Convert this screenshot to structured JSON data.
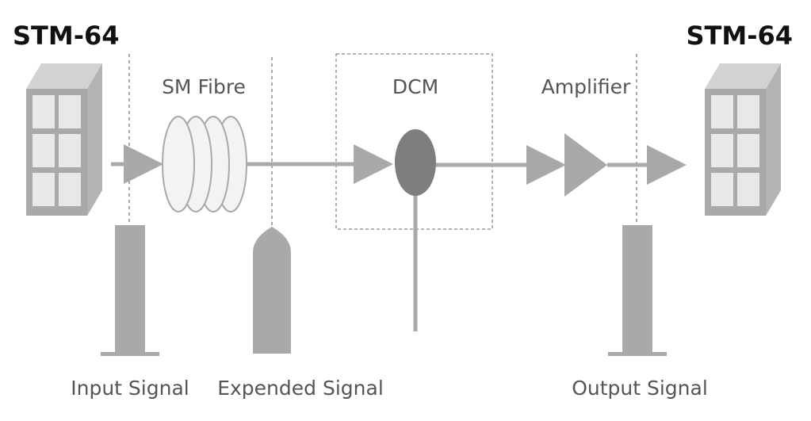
{
  "diagram": {
    "left_device_label": "STM-64",
    "right_device_label": "STM-64",
    "fibre_label": "SM Fibre",
    "dcm_label": "DCM",
    "amplifier_label": "Amplifier",
    "input_signal_label": "Input Signal",
    "expended_signal_label": "Expended Signal",
    "output_signal_label": "Output Signal"
  },
  "colors": {
    "line": "#a9a9ab",
    "dcm_node": "#7d7e80",
    "coil_fill": "#f3f3f3",
    "coil_stroke": "#a9a9ab",
    "text": "#555555",
    "title": "#111111"
  }
}
